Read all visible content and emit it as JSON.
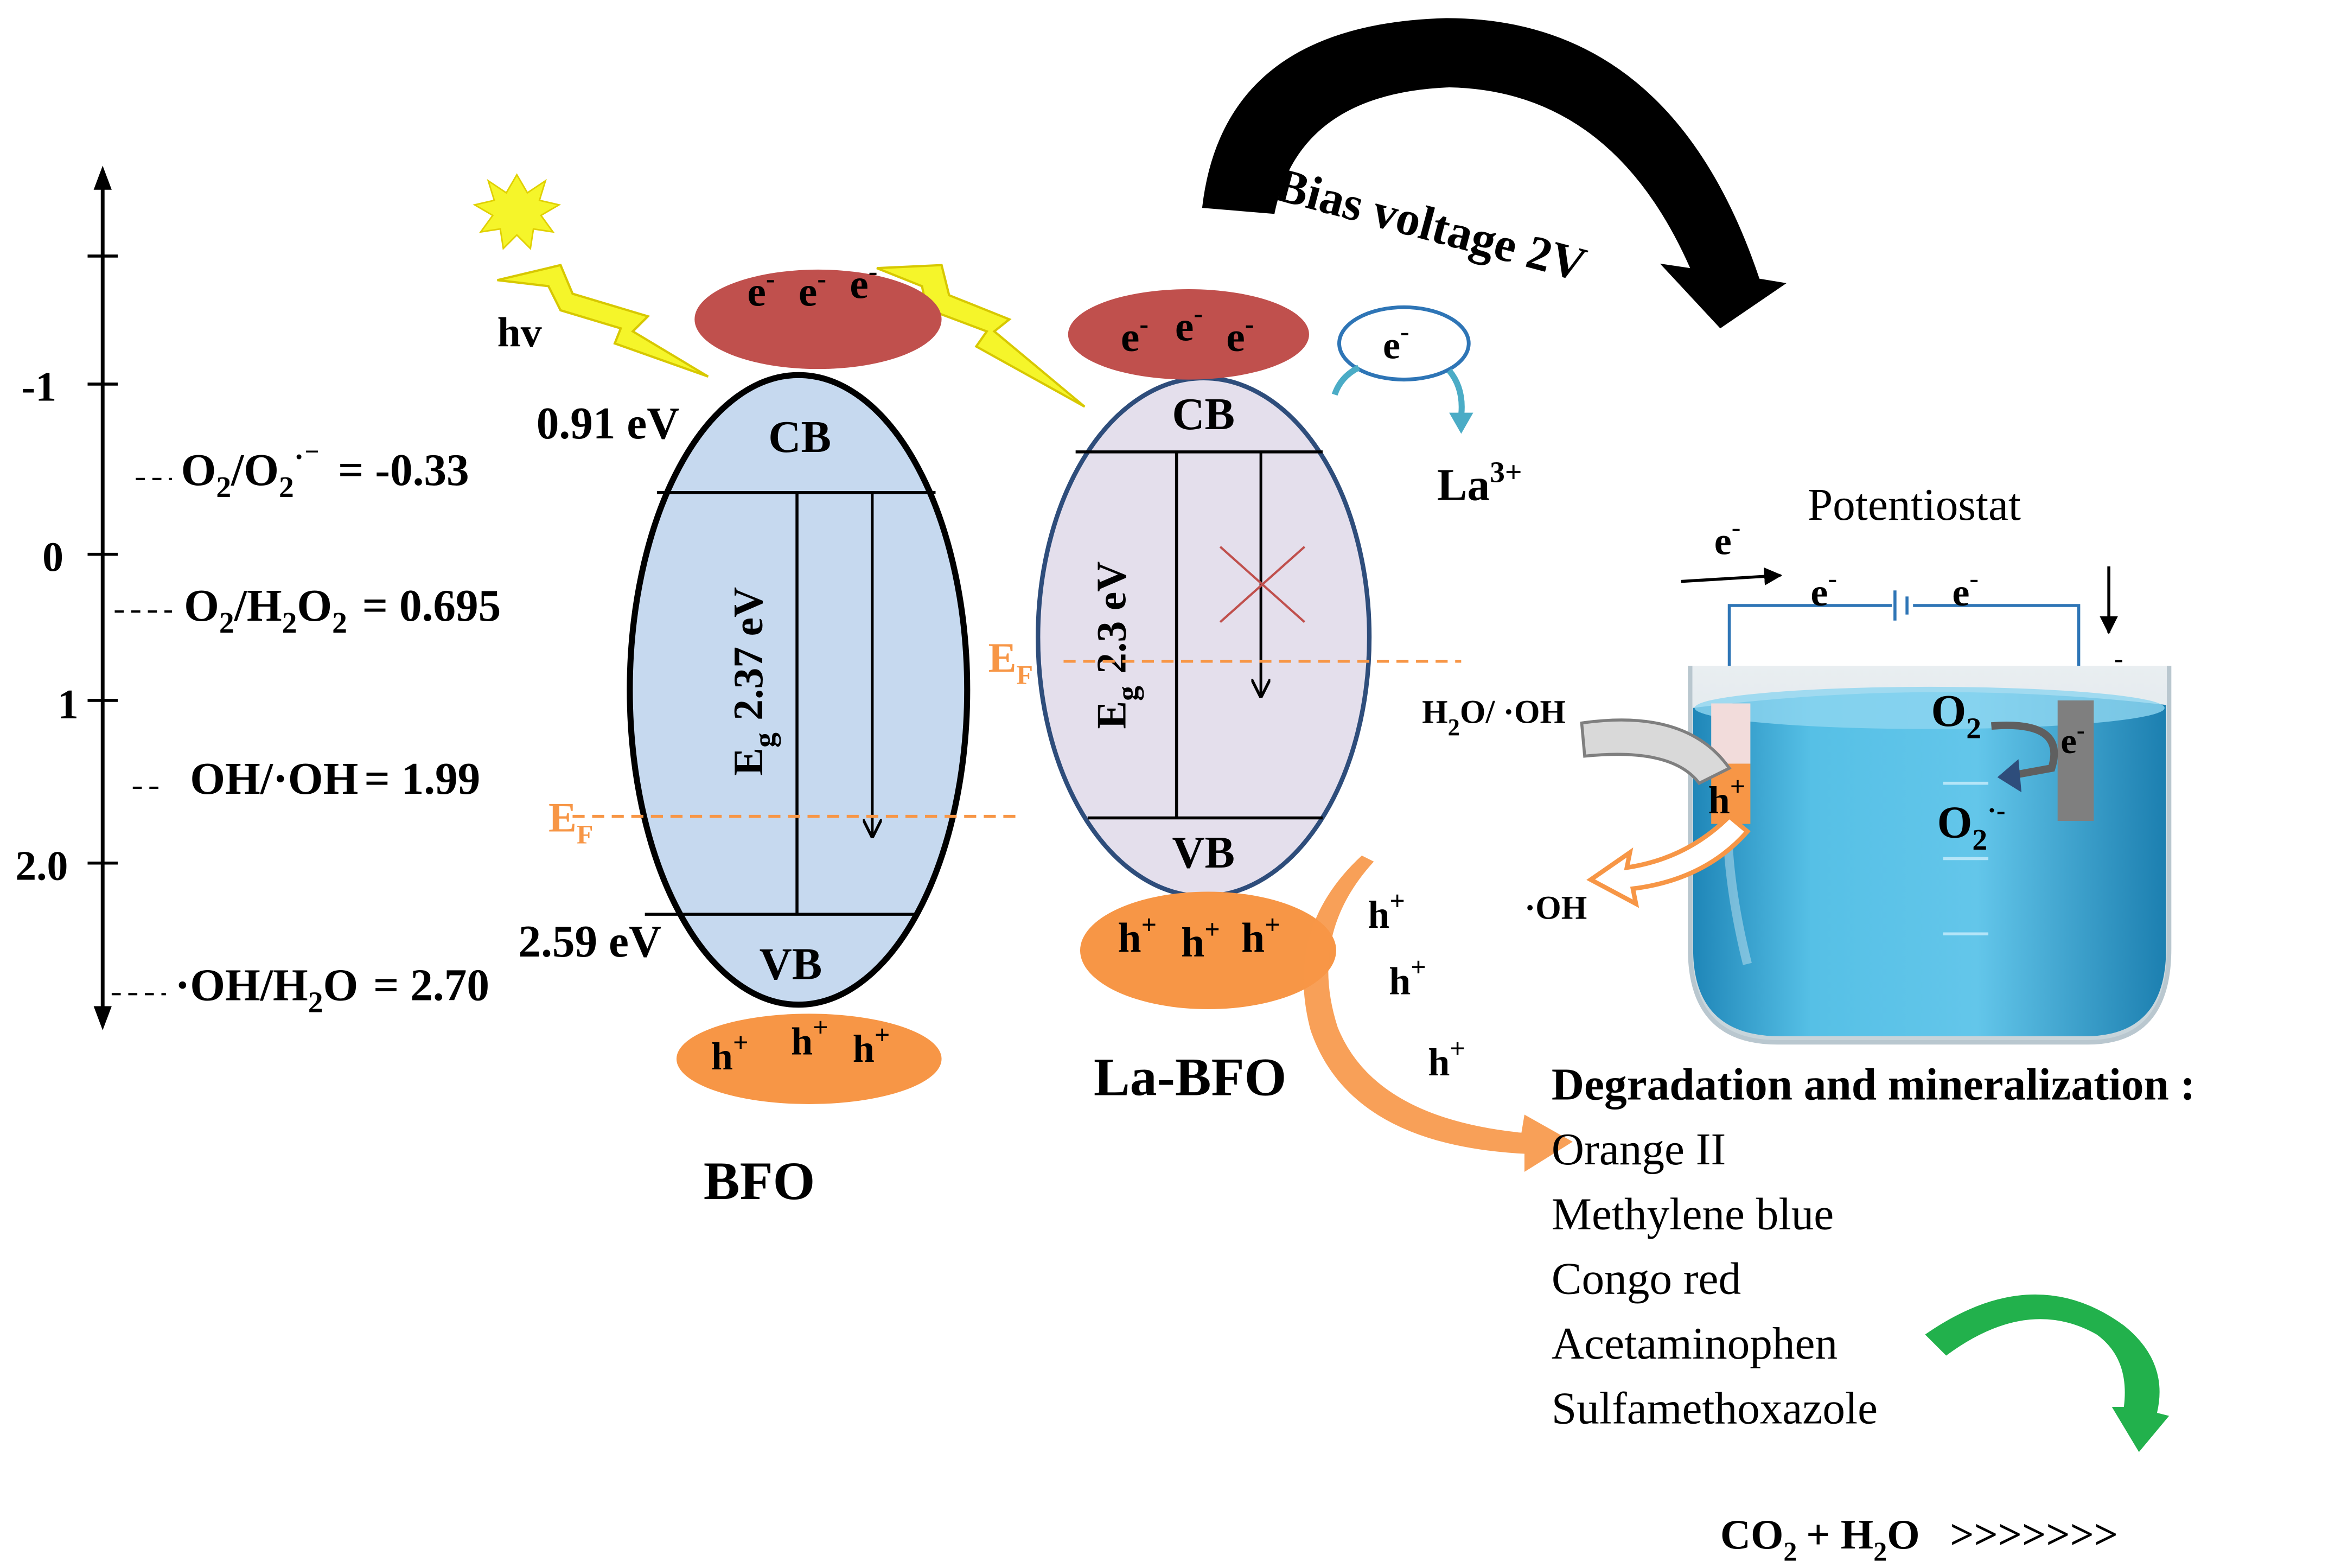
{
  "axis": {
    "ticks": [
      "-1",
      "0",
      "1",
      "2.0"
    ]
  },
  "potentials": [
    {
      "couple_prefix": "O",
      "couple_sub1": "2",
      "couple_mid": "/O",
      "couple_sub2": "2",
      "couple_sup": "·⁻",
      "value": "= -0.33"
    },
    {
      "couple_prefix": "O",
      "couple_sub1": "2",
      "couple_mid": "/H",
      "couple_sub2": "2",
      "couple_mid2": "O",
      "couple_sub3": "2",
      "value": "= 0.695"
    },
    {
      "couple": "OH/·OH",
      "value": "= 1.99"
    },
    {
      "couple_prefix": "·OH/H",
      "couple_sub1": "2",
      "couple_mid": "O",
      "value": "= 2.70"
    }
  ],
  "bfo": {
    "label": "BFO",
    "cb": "CB",
    "vb": "VB",
    "cb_energy": "0.91 eV",
    "vb_energy": "2.59 eV",
    "gap_prefix": "E",
    "gap_sub": "g",
    "gap_value": "2.37 eV",
    "electrons": [
      "e",
      "e",
      "e"
    ],
    "holes": [
      "h",
      "h",
      "h"
    ],
    "fermi_main": "E",
    "fermi_sub": "F"
  },
  "labfo": {
    "label": "La-BFO",
    "cb": "CB",
    "vb": "VB",
    "gap_prefix": "E",
    "gap_sub": "g",
    "gap_value": "2.3 eV",
    "electrons": [
      "e",
      "e",
      "e"
    ],
    "holes": [
      "h",
      "h",
      "h"
    ],
    "fermi_main": "E",
    "fermi_sub": "F"
  },
  "light": {
    "label": "hv"
  },
  "la_trap": {
    "electron": "e",
    "ion": "La",
    "ion_charge": "3+"
  },
  "bias": {
    "label": "Bias voltage 2V"
  },
  "cell": {
    "potentiostat": "Potentiostat",
    "wire_electrons": [
      "e",
      "e",
      "e"
    ],
    "side_electron": "e",
    "o2": "O",
    "o2_sub": "2",
    "inner_electron": "e",
    "superoxide": "O",
    "superoxide_sub": "2",
    "superoxide_sup": "·-",
    "hole": "h",
    "h2o_oh": "H",
    "h2o_oh_sub": "2",
    "h2o_oh_rest": "O/ ·OH",
    "oh_radical": "·OH"
  },
  "migrating_holes": [
    "h",
    "h",
    "h"
  ],
  "degradation": {
    "title": "Degradation and mineralization :",
    "pollutants": [
      "Orange II",
      "Methylene blue",
      "Congo red",
      "Acetaminophen",
      "Sulfamethoxazole"
    ]
  },
  "products": {
    "co2": "CO",
    "co2_sub": "2",
    "plus_h": "+ H",
    "h2o_sub": "2",
    "h2o_rest": "O",
    "arrows": ">>>>>>>"
  },
  "colors": {
    "bfo_fill": "#c6d9ef",
    "labfo_fill": "#e4dfec",
    "electron_fill": "#c0504d",
    "hole_fill": "#f79646",
    "fermi": "#f79646",
    "green_arrow": "#22b14c",
    "light_bolt": "#f5f52a",
    "solution": "#4fb3d9"
  }
}
